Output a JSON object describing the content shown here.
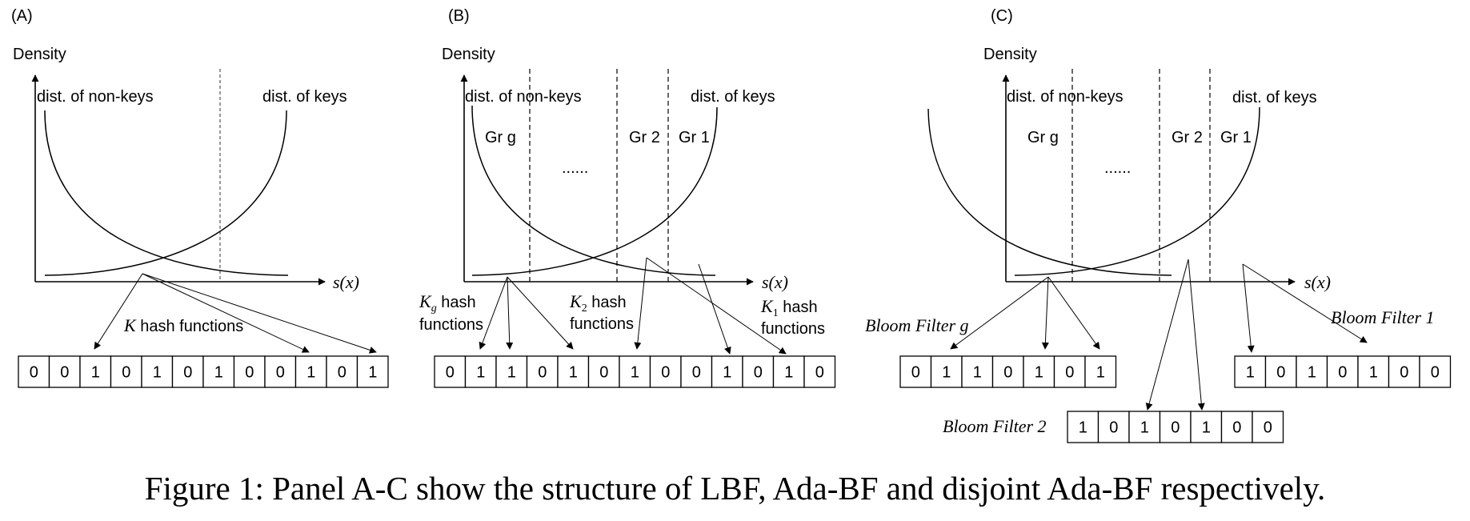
{
  "panels": {
    "a": {
      "label": "(A)",
      "y_axis_label": "Density",
      "x_axis_label": "s(x)",
      "nonkey_label": "dist. of non-keys",
      "key_label": "dist. of keys",
      "hash_k": "K",
      "hash_text": " hash functions",
      "bits": [
        "0",
        "0",
        "1",
        "0",
        "1",
        "0",
        "1",
        "0",
        "0",
        "1",
        "0",
        "1"
      ]
    },
    "b": {
      "label": "(B)",
      "y_axis_label": "Density",
      "x_axis_label": "s(x)",
      "nonkey_label": "dist. of non-keys",
      "key_label": "dist. of keys",
      "group_g": "Gr g",
      "group_2": "Gr 2",
      "group_1": "Gr 1",
      "ellipsis": "......",
      "kg_sym": "K",
      "kg_sub": "g",
      "kg_text": " hash",
      "kg_text2": "functions",
      "k2_sym": "K",
      "k2_sub": "2",
      "k2_text": " hash",
      "k2_text2": "functions",
      "k1_sym": "K",
      "k1_sub": "1",
      "k1_text": " hash",
      "k1_text2": "functions",
      "bits": [
        "0",
        "1",
        "1",
        "0",
        "1",
        "0",
        "1",
        "0",
        "0",
        "1",
        "0",
        "1",
        "0"
      ]
    },
    "c": {
      "label": "(C)",
      "y_axis_label": "Density",
      "x_axis_label": "s(x)",
      "nonkey_label": "dist. of non-keys",
      "key_label": "dist. of keys",
      "group_g": "Gr g",
      "group_2": "Gr 2",
      "group_1": "Gr 1",
      "ellipsis": "......",
      "bf_g_label": "Bloom Filter g",
      "bf_1_label": "Bloom Filter 1",
      "bf_2_label": "Bloom Filter 2",
      "bits_g": [
        "0",
        "1",
        "1",
        "0",
        "1",
        "0",
        "1"
      ],
      "bits_1": [
        "1",
        "0",
        "1",
        "0",
        "1",
        "0",
        "0"
      ],
      "bits_2": [
        "1",
        "0",
        "1",
        "0",
        "1",
        "0",
        "0"
      ]
    }
  },
  "caption": "Figure 1: Panel A-C show the structure of LBF, Ada-BF and disjoint Ada-BF respectively."
}
